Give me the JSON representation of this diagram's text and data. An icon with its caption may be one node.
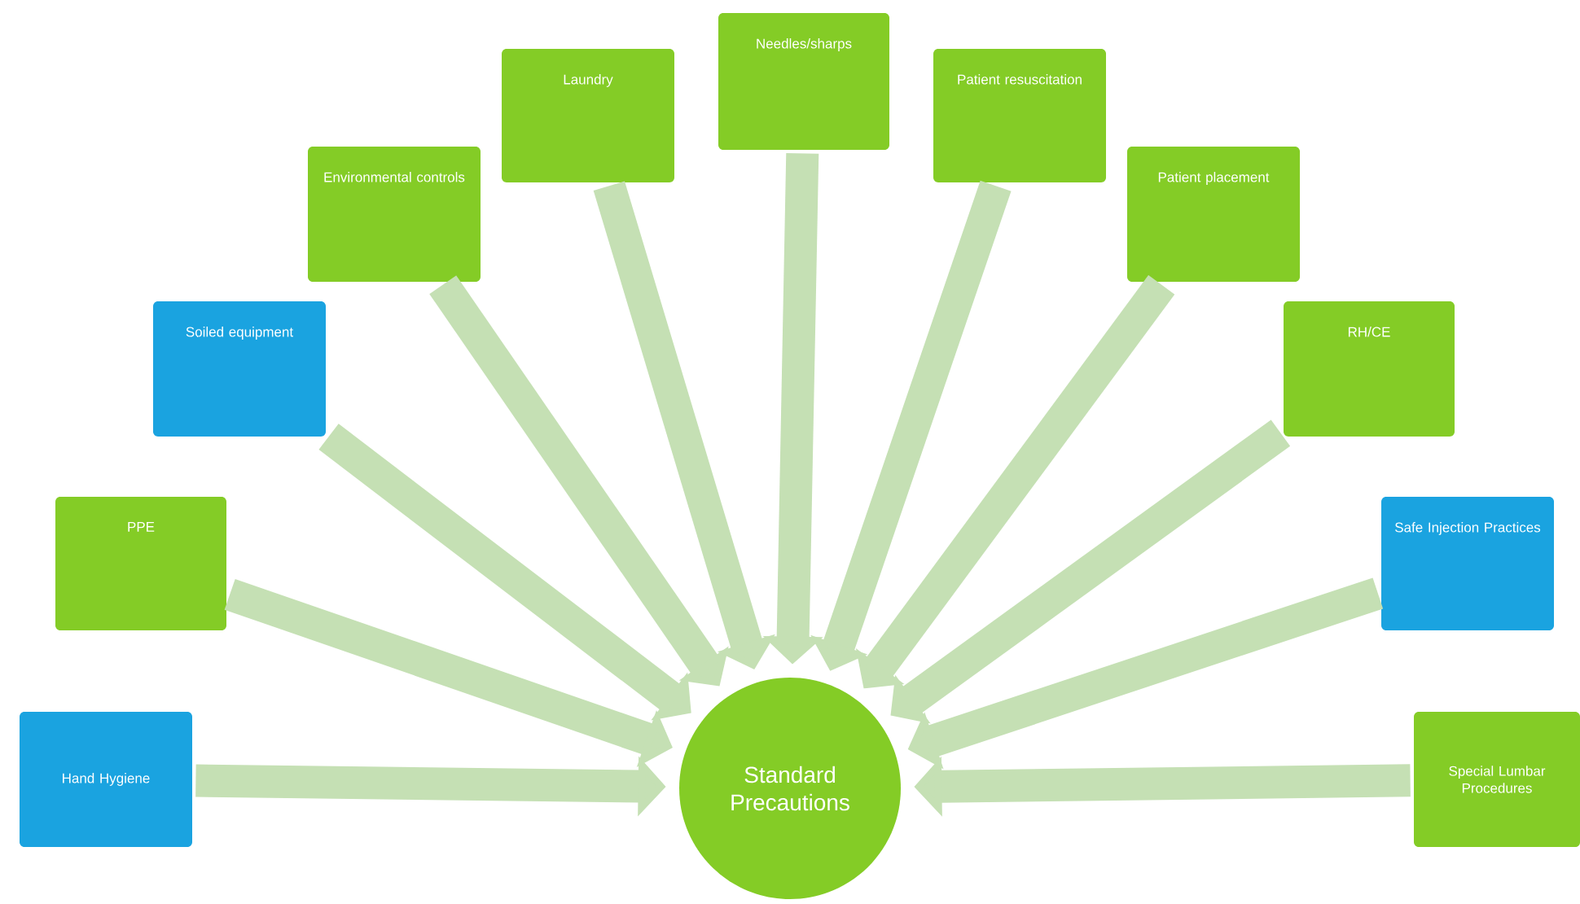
{
  "diagram": {
    "nodes": [
      {
        "text": [
          "Standard Precautions"
        ]
      },
      {
        "text": [
          "Hand Hygiene"
        ]
      },
      {
        "text": [
          "PPE"
        ]
      },
      {
        "text": [
          "Soiled equipment"
        ]
      },
      {
        "text": [
          "Environmental controls"
        ]
      },
      {
        "text": [
          "Laundry"
        ]
      },
      {
        "text": [
          "Needles/sharps"
        ]
      },
      {
        "text": [
          "Patient resuscitation"
        ]
      },
      {
        "text": [
          "Patient placement"
        ]
      },
      {
        "text": [
          "RH/CE"
        ]
      },
      {
        "text": [
          "Safe Injection Practices"
        ]
      },
      {
        "text": [
          "Special Lumbar Procedures"
        ]
      }
    ],
    "edges": [
      {
        "from": 1,
        "to": 0,
        "arrow": "to"
      },
      {
        "from": 2,
        "to": 0,
        "arrow": "to"
      },
      {
        "from": 3,
        "to": 0,
        "arrow": "to"
      },
      {
        "from": 4,
        "to": 0,
        "arrow": "to"
      },
      {
        "from": 5,
        "to": 0,
        "arrow": "to"
      },
      {
        "from": 6,
        "to": 0,
        "arrow": "to"
      },
      {
        "from": 7,
        "to": 0,
        "arrow": "to"
      },
      {
        "from": 8,
        "to": 0,
        "arrow": "to"
      },
      {
        "from": 9,
        "to": 0,
        "arrow": "to"
      },
      {
        "from": 10,
        "to": 0,
        "arrow": "to"
      },
      {
        "from": 11,
        "to": 0,
        "arrow": "to"
      }
    ]
  }
}
